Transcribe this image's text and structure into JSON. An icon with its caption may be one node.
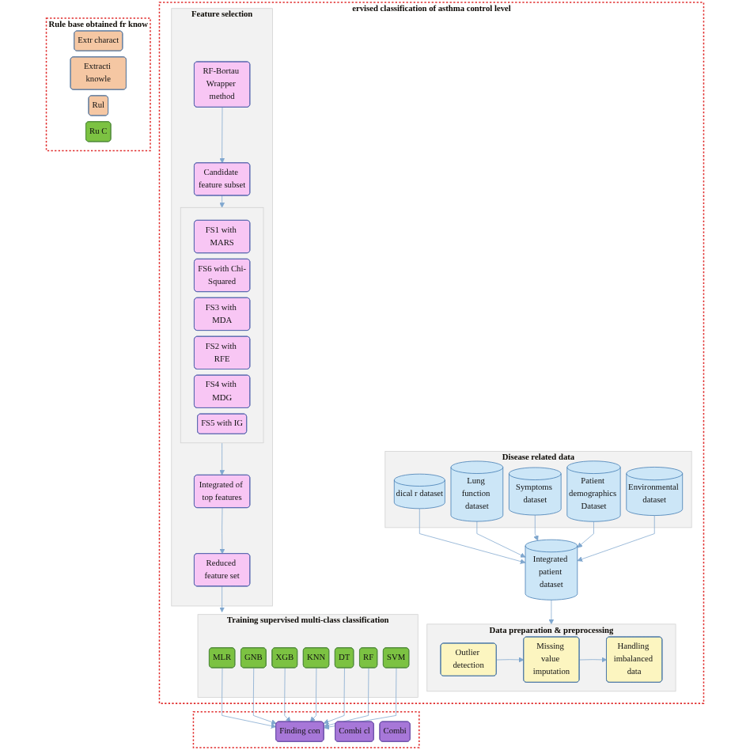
{
  "diagram": {
    "nodes": [
      {
        "text": [
          "ervised classification of asthma control level"
        ]
      },
      {
        "text": [
          "Disease related data"
        ],
        "in": 0
      },
      {
        "text": [
          "dical r dataset"
        ],
        "in": 1
      },
      {
        "text": [
          "Lung function dataset"
        ],
        "in": 1
      },
      {
        "text": [
          "Symptoms dataset"
        ],
        "in": 1
      },
      {
        "text": [
          "Patient demographics Dataset"
        ],
        "in": 1
      },
      {
        "text": [
          "Environmental dataset"
        ],
        "in": 1
      },
      {
        "text": [
          "Integrated patient dataset"
        ],
        "in": 0
      },
      {
        "text": [
          "Data preparation & preprocessing"
        ],
        "in": 0
      },
      {
        "text": [
          "Handling imbalanced data"
        ],
        "in": 8
      },
      {
        "text": [
          "Missing value imputation"
        ],
        "in": 8
      },
      {
        "text": [
          "Outlier detection"
        ],
        "in": 8
      },
      {
        "text": [
          "Feature selection"
        ],
        "in": 0
      },
      {
        "text": [
          "RF-Bortau Wrapper method"
        ],
        "in": 12
      },
      {
        "text": [
          "Candidate feature subset"
        ],
        "in": 12
      },
      {
        "text": [],
        "shape": "box",
        "in": 12
      },
      {
        "text": [
          "FS1 with MARS"
        ],
        "in": 15
      },
      {
        "text": [
          "FS6 with Chi-Squared"
        ],
        "in": 15
      },
      {
        "text": [
          "FS3 with MDA"
        ],
        "in": 15
      },
      {
        "text": [
          "FS2 with RFE"
        ],
        "in": 15
      },
      {
        "text": [
          "FS4 with MDG"
        ],
        "in": 15
      },
      {
        "text": [
          "FS5 with IG"
        ],
        "in": 15
      },
      {
        "text": [
          "Reduced feature set"
        ],
        "in": 12
      },
      {
        "text": [
          "Integrated of top features"
        ],
        "in": 12
      },
      {
        "text": [
          "Training supervised multi-class classification"
        ],
        "in": 0
      },
      {
        "text": [
          "MLR"
        ],
        "in": 24
      },
      {
        "text": [
          "GNB"
        ],
        "in": 24
      },
      {
        "text": [
          "XGB"
        ],
        "in": 24
      },
      {
        "text": [
          "KNN"
        ],
        "in": 24
      },
      {
        "text": [
          "DT"
        ],
        "in": 24
      },
      {
        "text": [
          "RF"
        ],
        "in": 24
      },
      {
        "text": [
          "SVM"
        ],
        "in": 24
      },
      {
        "text": [
          "Rule base obtained fr know"
        ]
      },
      {
        "text": [
          "Extr charact"
        ],
        "in": 32
      },
      {
        "text": [
          "Extracti knowle"
        ],
        "in": 32
      },
      {
        "text": [
          "Rul"
        ],
        "in": 32
      },
      {
        "text": [
          "Ru C"
        ],
        "in": 32
      },
      {
        "text": [],
        "shape": "box"
      },
      {
        "text": [
          "Finding con"
        ],
        "in": 37
      },
      {
        "text": [
          "Combi cl"
        ],
        "in": 37
      },
      {
        "text": [
          "Combi"
        ],
        "in": 37
      }
    ],
    "edges": [
      {
        "from": 2,
        "to": 7,
        "arrow": "to"
      },
      {
        "from": 3,
        "to": 7,
        "arrow": "to"
      },
      {
        "from": 4,
        "to": 7,
        "arrow": "to"
      },
      {
        "from": 5,
        "to": 7,
        "arrow": "to"
      },
      {
        "from": 6,
        "to": 7,
        "arrow": "to"
      },
      {
        "from": 7,
        "to": 8,
        "arrow": "to"
      },
      {
        "from": 11,
        "to": 10,
        "arrow": "to"
      },
      {
        "from": 10,
        "to": 9,
        "arrow": "to"
      },
      {
        "from": 13,
        "to": 14,
        "arrow": "to"
      },
      {
        "from": 14,
        "to": 15,
        "arrow": "to"
      },
      {
        "from": 15,
        "to": 23,
        "arrow": "to"
      },
      {
        "from": 23,
        "to": 22,
        "arrow": "to"
      },
      {
        "from": 22,
        "to": 24,
        "arrow": "to"
      },
      {
        "from": 25,
        "to": 38,
        "arrow": "to"
      },
      {
        "from": 26,
        "to": 38,
        "arrow": "to"
      },
      {
        "from": 27,
        "to": 38,
        "arrow": "to"
      },
      {
        "from": 28,
        "to": 38,
        "arrow": "to"
      },
      {
        "from": 29,
        "to": 38,
        "arrow": "to"
      },
      {
        "from": 30,
        "to": 38,
        "arrow": "to"
      },
      {
        "from": 31,
        "to": 38,
        "arrow": "to"
      }
    ]
  }
}
